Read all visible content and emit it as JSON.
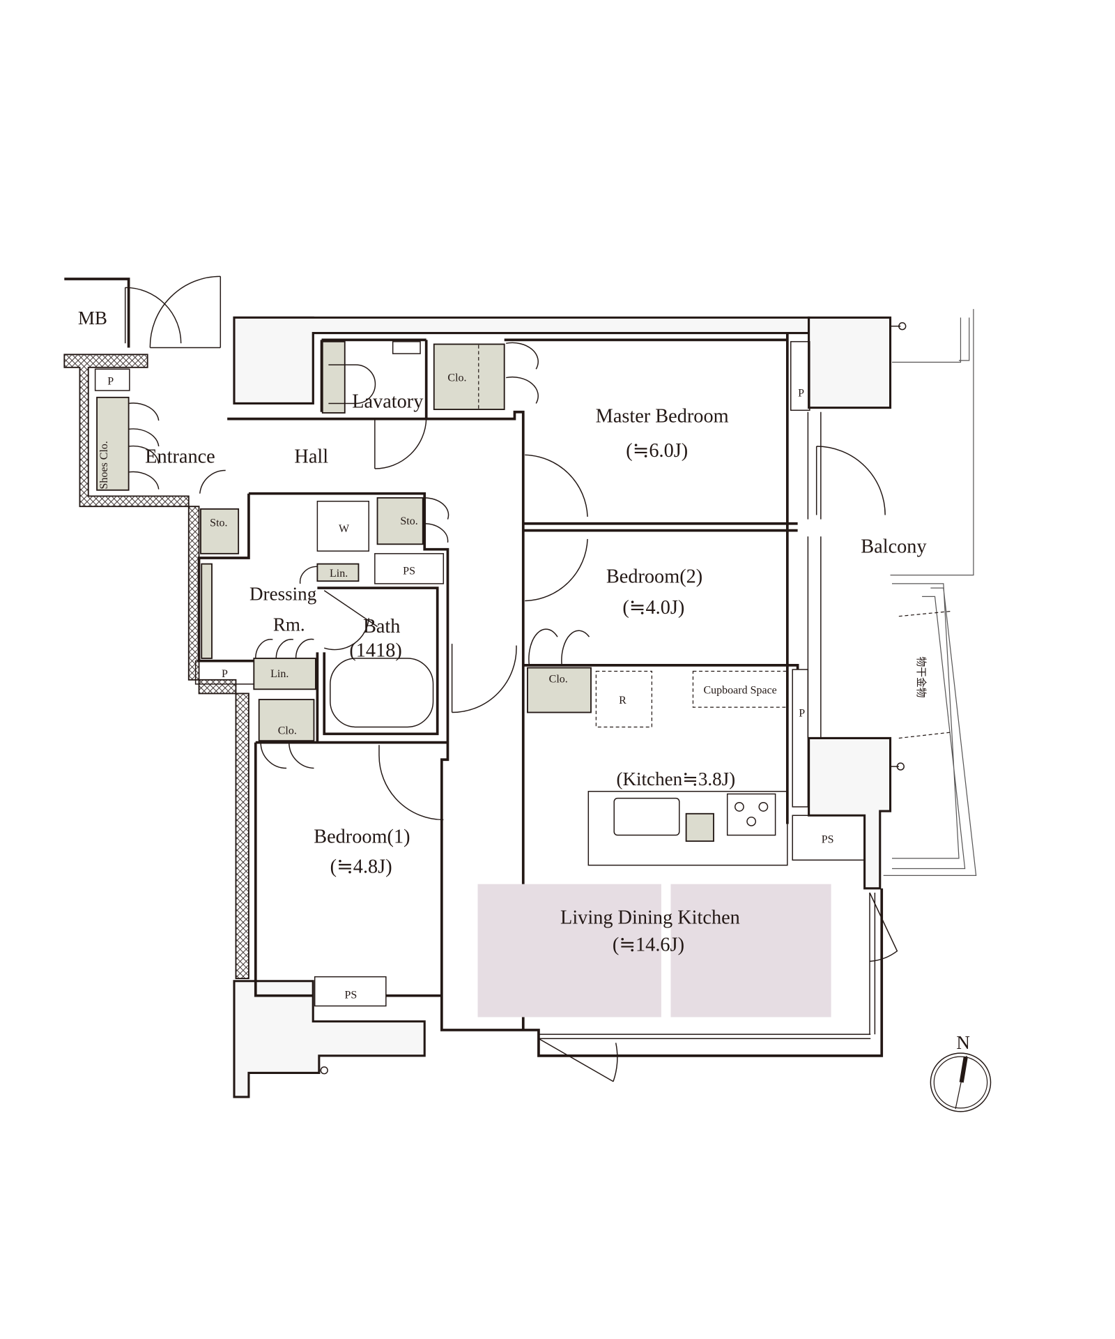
{
  "rooms": {
    "mb": "MB",
    "p_entrance": "P",
    "shoes_closet": "Shoes Clo.",
    "entrance": "Entrance",
    "hall": "Hall",
    "lavatory": "Lavatory",
    "closet_master": "Clo.",
    "master_bedroom": "Master Bedroom",
    "master_bedroom_size": "(≒6.0J)",
    "p_balcony_top": "P",
    "balcony": "Balcony",
    "storage_entrance": "Sto.",
    "washer": "W",
    "storage_hall": "Sto.",
    "linen_small": "Lin.",
    "ps_bath": "PS",
    "dressing_1": "Dressing",
    "dressing_2": "Rm.",
    "bath": "Bath",
    "bath_size": "(1418)",
    "linen_dressing": "Lin.",
    "p_dressing": "P",
    "closet_bedroom1": "Clo.",
    "bedroom2": "Bedroom(2)",
    "bedroom2_size": "(≒4.0J)",
    "closet_bedroom2": "Clo.",
    "refrigerator": "R",
    "cupboard_space": "Cupboard Space",
    "p_kitchen": "P",
    "laundry_pole": "物干金物",
    "kitchen": "(Kitchen≒3.8J)",
    "ps_kitchen": "PS",
    "bedroom1": "Bedroom(1)",
    "bedroom1_size": "(≒4.8J)",
    "ldk": "Living Dining Kitchen",
    "ldk_size": "(≒14.6J)",
    "ps_bottom": "PS"
  },
  "compass": {
    "label": "N"
  },
  "colors": {
    "storage": "#dcdccf",
    "ldk_rug": "#e6dde3",
    "wall": "#231815"
  }
}
